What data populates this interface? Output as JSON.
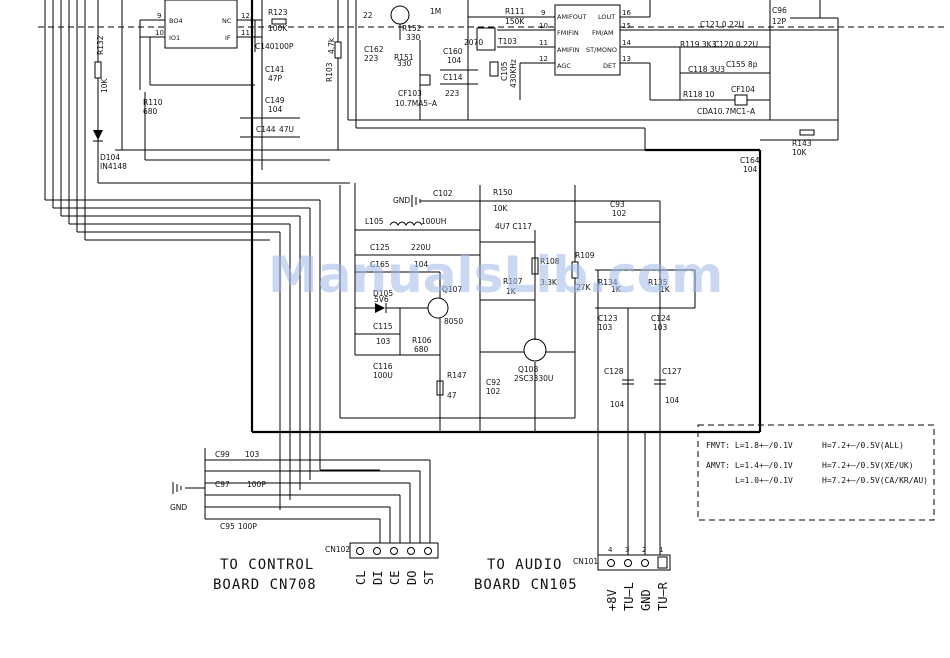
{
  "watermark": "ManualsLib.com",
  "ic_left": {
    "pins_left": [
      "9",
      "10"
    ],
    "pins_right": [
      "12",
      "11"
    ],
    "pin_names_left": [
      "BO4",
      "IO1"
    ],
    "pin_names_right": [
      "NC",
      "IF"
    ]
  },
  "ic_right": {
    "pins_left": [
      "9",
      "10",
      "11",
      "12"
    ],
    "pin_names_left": [
      "AMIFOUT",
      "FMIFIN",
      "AMIFIN",
      "AGC"
    ],
    "pins_right": [
      "16",
      "15",
      "14",
      "13"
    ],
    "pin_names_right": [
      "LOUT",
      "FM/AM",
      "ST/MONO",
      "DET"
    ]
  },
  "components": {
    "r123": [
      "R123",
      "100K"
    ],
    "c140": "C140100P",
    "c141": [
      "C141",
      "47P"
    ],
    "c149": [
      "C149",
      "104"
    ],
    "c144": [
      "C144",
      "47U"
    ],
    "r132": [
      "R132",
      "10K"
    ],
    "r110": [
      "R110",
      "680"
    ],
    "d104": [
      "D104",
      "IN4148"
    ],
    "r103": [
      "R103",
      "4.7k"
    ],
    "top22": "22",
    "t1m": "1M",
    "r152": [
      "R152",
      "330"
    ],
    "r151": [
      "R151",
      "330"
    ],
    "c162": [
      "C162",
      "223"
    ],
    "c160": [
      "C160",
      "104"
    ],
    "c114": [
      "C114",
      "223"
    ],
    "cf103": [
      "CF103",
      "10.7MA5–A"
    ],
    "r111": [
      "R111",
      "150K"
    ],
    "t103": "T103",
    "n2070": "2070",
    "c105": [
      "C105",
      "430KHz"
    ],
    "c121": "C121 0.22U",
    "c120": "C120 0.22U",
    "r119": "R119 3K3",
    "c118": "C118 3U3",
    "c155": "C155 8p",
    "r118": "R118 10",
    "cf104": [
      "CF104",
      "CDA10.7MC1–A"
    ],
    "c96": [
      "C96",
      "12P"
    ],
    "r143": [
      "R143",
      "10K"
    ],
    "c164": [
      "C164",
      "104"
    ],
    "gnd": "GND",
    "c102": "C102",
    "r150": [
      "R150",
      "10K"
    ],
    "l105": [
      "L105",
      "100UH"
    ],
    "c117": "4U7 C117",
    "c93": [
      "C93",
      "102"
    ],
    "r109": [
      "R109",
      "27K"
    ],
    "c125": [
      "C125",
      "220U"
    ],
    "c165": [
      "C165",
      "104"
    ],
    "d105": [
      "D105",
      "5V6"
    ],
    "q107": [
      "Q107",
      "8050"
    ],
    "c115": [
      "C115",
      "103"
    ],
    "c116": [
      "C116",
      "100U"
    ],
    "r106": [
      "R106",
      "680"
    ],
    "r147": [
      "R147",
      "47"
    ],
    "r108": [
      "R108",
      "3.3K"
    ],
    "r107": [
      "R107",
      "1K"
    ],
    "c92": [
      "C92",
      "102"
    ],
    "q108": [
      "Q108",
      "2SC3330U"
    ],
    "r134": [
      "R134",
      "1K"
    ],
    "r135": [
      "R135",
      "1K"
    ],
    "c123": [
      "C123",
      "103"
    ],
    "c124": [
      "C124",
      "103"
    ],
    "c128": [
      "C128",
      "104"
    ],
    "c127": [
      "C127",
      "104"
    ],
    "c99": [
      "C99",
      "103"
    ],
    "c97": [
      "C97",
      "100P"
    ],
    "c95": [
      "C95",
      "100P"
    ],
    "gnd2": "GND"
  },
  "cn102": {
    "ref": "CN102",
    "title_line1": "TO CONTROL",
    "title_line2": "BOARD CN708",
    "pins": [
      "CL",
      "DI",
      "CE",
      "DO",
      "ST"
    ]
  },
  "cn101": {
    "ref": "CN101",
    "title_line1": "TO AUDIO",
    "title_line2": "BOARD CN105",
    "pin_numbers": [
      "4",
      "3",
      "2",
      "1"
    ],
    "pins": [
      "+8V",
      "TU–L",
      "GND",
      "TU–R"
    ]
  },
  "notes": {
    "fmvt": "FMVT: L=1.8+–/0.1V",
    "fmvt_h": "H=7.2+–/0.5V(ALL)",
    "amvt": "AMVT: L=1.4+–/0.1V",
    "amvt_h": "H=7.2+–/0.5V(XE/UK)",
    "amvt2": "L=1.0+–/0.1V",
    "amvt2_h": "H=7.2+–/0.5V(CA/KR/AU)"
  }
}
